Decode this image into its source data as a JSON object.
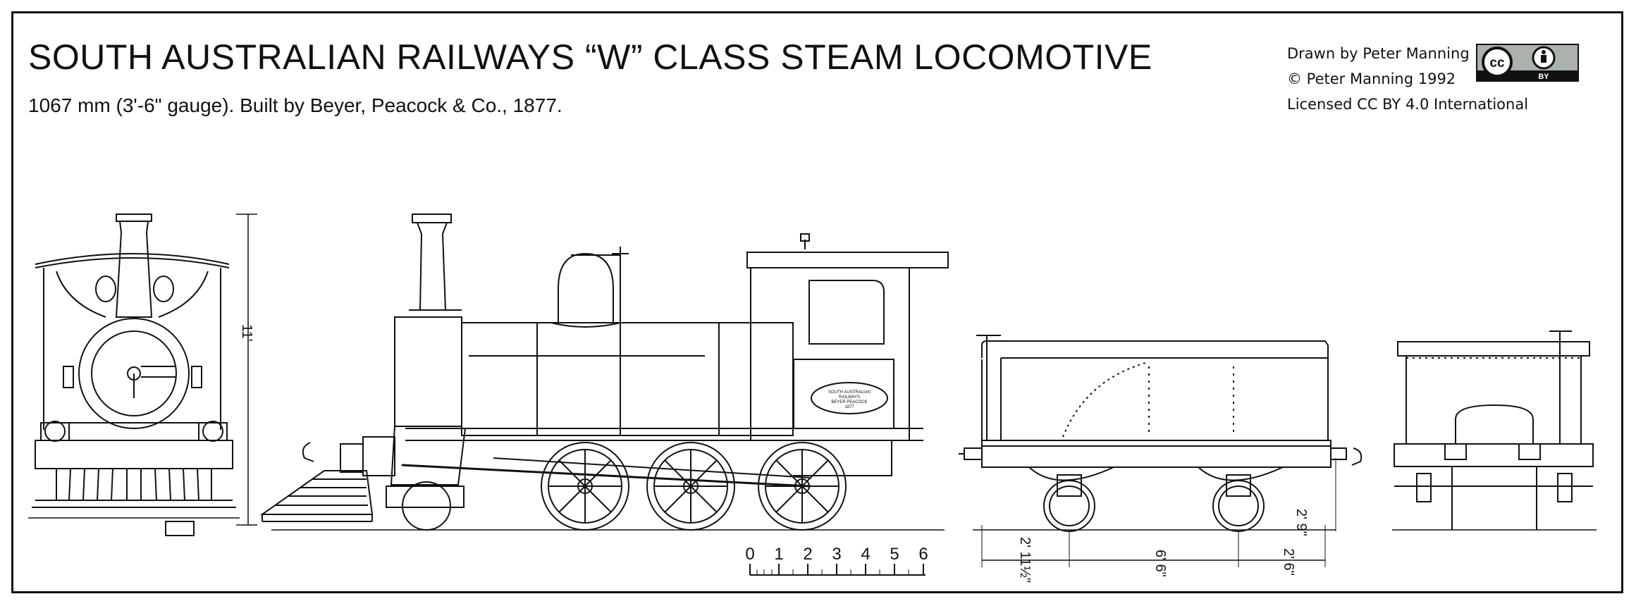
{
  "title": "SOUTH AUSTRALIAN RAILWAYS “W” CLASS STEAM LOCOMOTIVE",
  "subtitle": "1067 mm (3'-6\" gauge). Built by Beyer, Peacock & Co., 1877.",
  "credits": {
    "drawn_by": "Drawn by Peter Manning",
    "copyright": "© Peter Manning 1992",
    "license": "Licensed CC BY 4.0 International"
  },
  "license_badge": {
    "cc": "cc",
    "by": "BY"
  },
  "dimensions": {
    "height": "11'",
    "tender_wheel_dia": "2' 11½\"",
    "tender_wheelbase": "6' 6\"",
    "tender_axle_spacing": "2' 6\"",
    "tender_wheel_height": "2' 9\""
  },
  "scale_bar": {
    "labels": [
      "0",
      "1",
      "2",
      "3",
      "4",
      "5",
      "6"
    ]
  },
  "nameplate": [
    "SOUTH AUSTRALIAN",
    "RAILWAYS",
    "BEYER PEACOCK",
    "1877"
  ],
  "colors": {
    "line": "#111111",
    "background": "#ffffff"
  }
}
